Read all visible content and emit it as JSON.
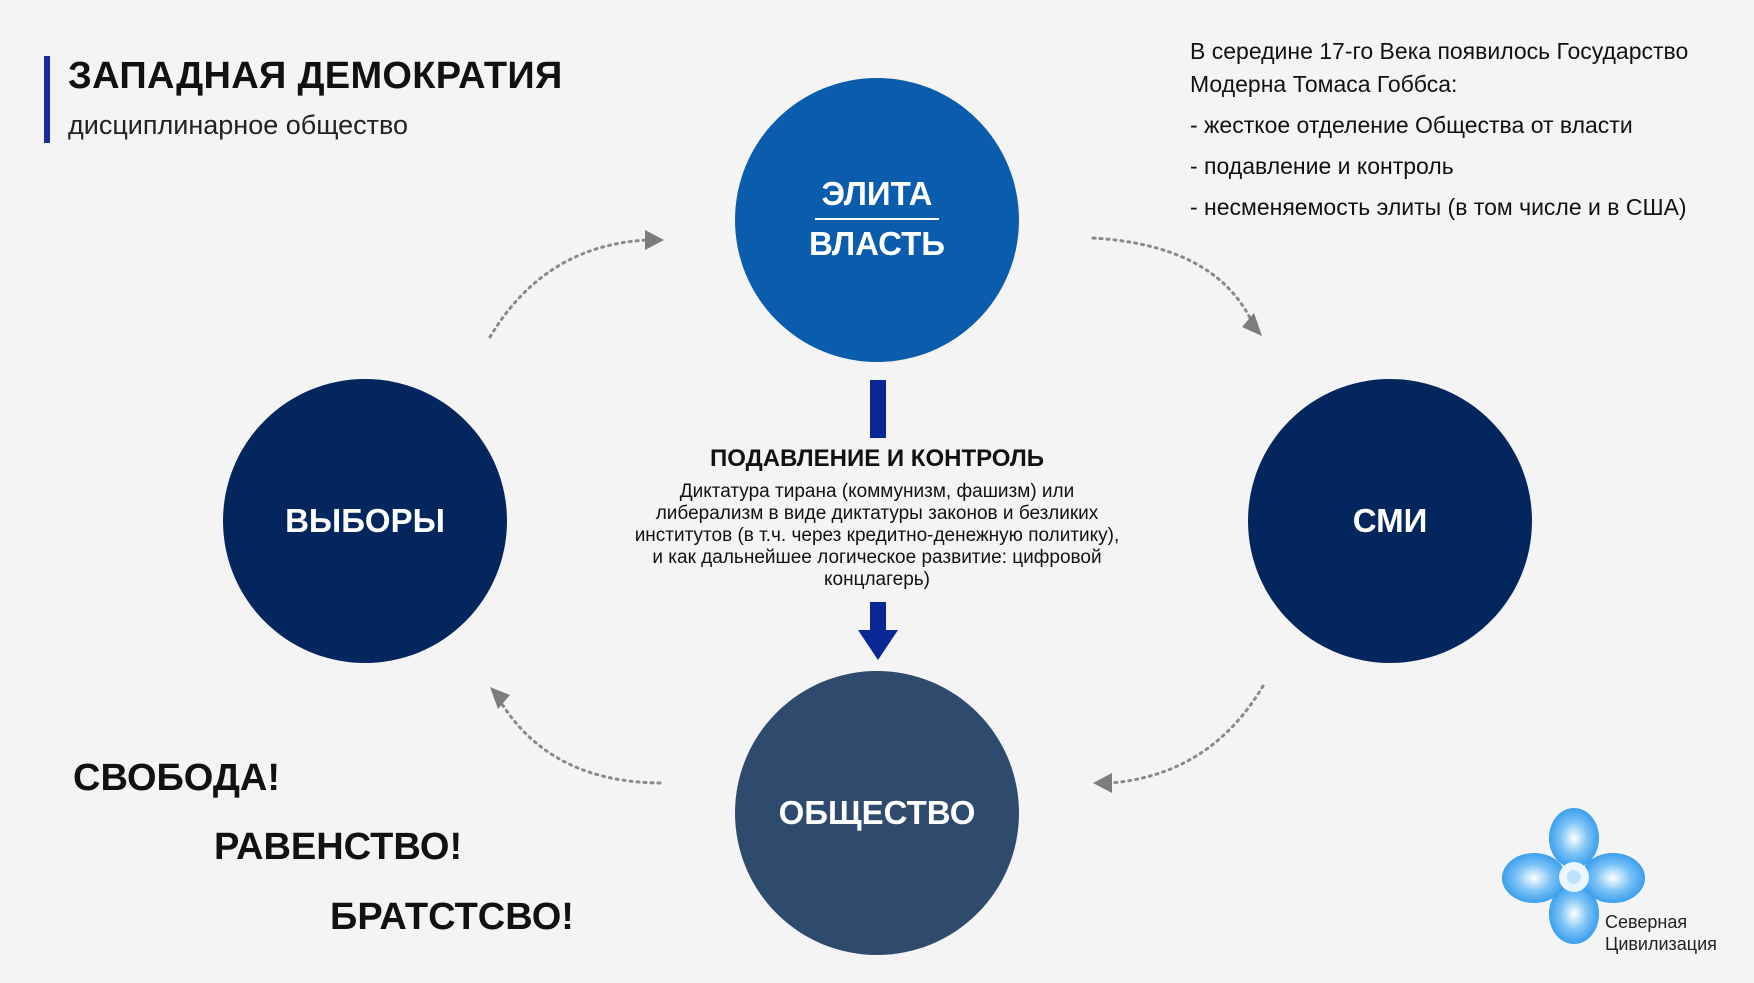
{
  "title": "ЗАПАДНАЯ ДЕМОКРАТИЯ",
  "subtitle": "дисциплинарное общество",
  "info": {
    "intro": "В середине 17-го Века появилось Государство Модерна Томаса Гоббса:",
    "items": [
      "- жесткое отделение Общества от власти",
      "- подавление и контроль",
      "- несменяемость элиты (в том числе и в США)"
    ]
  },
  "nodes": {
    "elite_top": "ЭЛИТА",
    "elite_bottom": "ВЛАСТЬ",
    "elections": "ВЫБОРЫ",
    "media": "СМИ",
    "society": "ОБЩЕСТВО"
  },
  "center": {
    "heading": "ПОДАВЛЕНИЕ И КОНТРОЛЬ",
    "text": "Диктатура тирана (коммунизм, фашизм) или либерализм в виде диктатуры законов и безликих институтов (в т.ч. через кредитно-денежную политику), и как дальнейшее логическое развитие: цифровой концлагерь)"
  },
  "slogans": [
    "СВОБОДА!",
    "РАВЕНСТВО!",
    "БРАТСТСВО!"
  ],
  "logo": {
    "line1": "Северная",
    "line2": "Цивилизация"
  },
  "colors": {
    "elite": "#0a5cad",
    "elections": "#03265e",
    "media": "#03265e",
    "society": "#2e4a6c",
    "accent": "#0b2796",
    "logo": "#1e8fe8"
  }
}
